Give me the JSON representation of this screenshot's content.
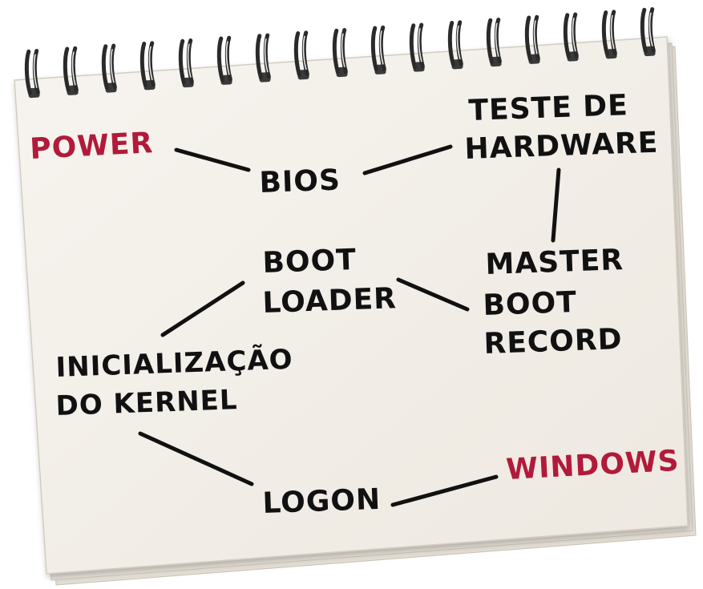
{
  "colors": {
    "paper": "#f4f0ea",
    "paper_edge": "#d9d2c8",
    "ink": "#111111",
    "accent": "#b11a3a",
    "spiral": "#2a2a2a",
    "spiral_highlight": "#e6e6e6"
  },
  "nodes": {
    "power": "POWER",
    "bios": "BIOS",
    "hardware_test_line1": "TESTE DE",
    "hardware_test_line2": "HARDWARE",
    "boot_loader_line1": "BOOT",
    "boot_loader_line2": "LOADER",
    "mbr_line1": "MASTER",
    "mbr_line2": "BOOT",
    "mbr_line3": "RECORD",
    "kernel_line1": "INICIALIZAÇÃO",
    "kernel_line2": "DO KERNEL",
    "logon": "LOGON",
    "windows": "WINDOWS"
  }
}
